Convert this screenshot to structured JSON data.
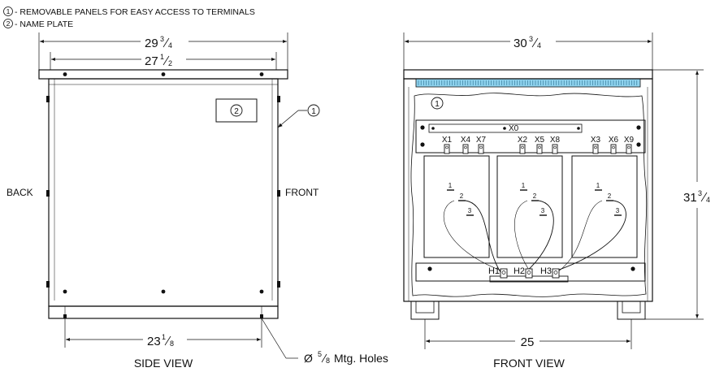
{
  "notes": [
    {
      "marker": "1",
      "text": "- REMOVABLE PANELS FOR EASY ACCESS TO TERMINALS"
    },
    {
      "marker": "2",
      "text": "- NAME PLATE"
    }
  ],
  "side_view": {
    "title": "SIDE VIEW",
    "back_label": "BACK",
    "front_label": "FRONT",
    "top_dim_outer": {
      "whole": "29",
      "num": "3",
      "den": "4"
    },
    "top_dim_inner": {
      "whole": "27",
      "num": "1",
      "den": "2"
    },
    "bottom_dim": {
      "whole": "23",
      "num": "1",
      "den": "8"
    },
    "panel_callout": "1",
    "nameplate_callout": "2"
  },
  "holes_note": {
    "prefix": "Ø",
    "num": "5",
    "den": "8",
    "suffix": "Mtg. Holes"
  },
  "front_view": {
    "title": "FRONT VIEW",
    "top_dim": {
      "whole": "30",
      "num": "3",
      "den": "4"
    },
    "height_dim": {
      "whole": "31",
      "num": "3",
      "den": "4"
    },
    "bottom_dim": "25",
    "panel_callout": "1",
    "neutral_label": "X0",
    "secondary_terminals": [
      "X1",
      "X4",
      "X7",
      "X2",
      "X5",
      "X8",
      "X3",
      "X6",
      "X9"
    ],
    "primary_terminals": [
      "H1",
      "H2",
      "H3"
    ],
    "coil_taps": [
      "1",
      "2",
      "3"
    ]
  }
}
